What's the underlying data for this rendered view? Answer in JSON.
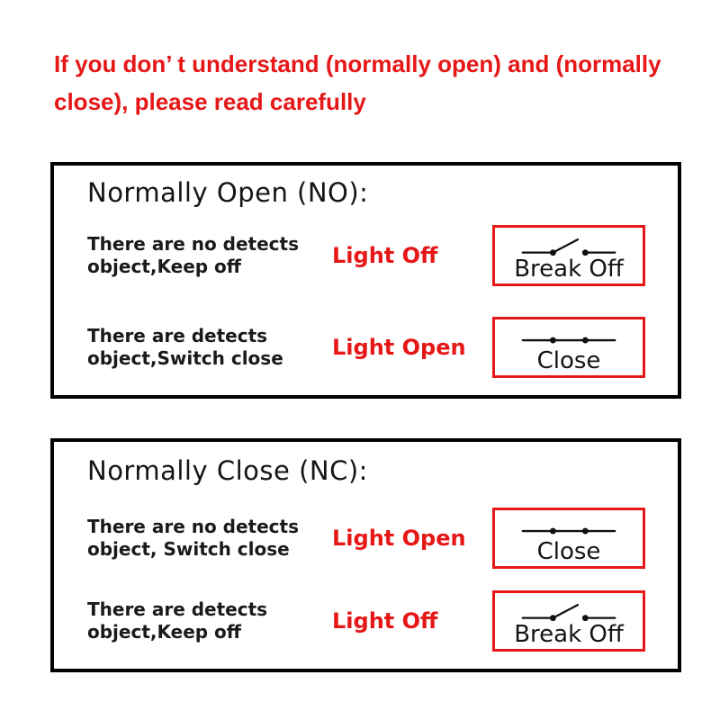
{
  "colors": {
    "red": "#e61717",
    "black": "#000000"
  },
  "note": {
    "line1": "If you don’ t understand (normally open) and (normally",
    "line2": "close), please read carefully"
  },
  "panels": [
    {
      "title": "Normally Open (NO):",
      "rows": [
        {
          "description_line1": "There are no detects",
          "description_line2": "object,Keep off",
          "status": "Light Off",
          "switch": {
            "icon": "open-switch-icon",
            "label": "Break Off"
          }
        },
        {
          "description_line1": "There are detects",
          "description_line2": "object,Switch close",
          "status": "Light Open",
          "switch": {
            "icon": "closed-switch-icon",
            "label": "Close"
          }
        }
      ]
    },
    {
      "title": "Normally Close (NC):",
      "rows": [
        {
          "description_line1": "There are no detects",
          "description_line2": "object, Switch close",
          "status": "Light Open",
          "switch": {
            "icon": "closed-switch-icon",
            "label": "Close"
          }
        },
        {
          "description_line1": "There are detects",
          "description_line2": "object,Keep off",
          "status": "Light Off",
          "switch": {
            "icon": "open-switch-icon",
            "label": "Break Off"
          }
        }
      ]
    }
  ]
}
